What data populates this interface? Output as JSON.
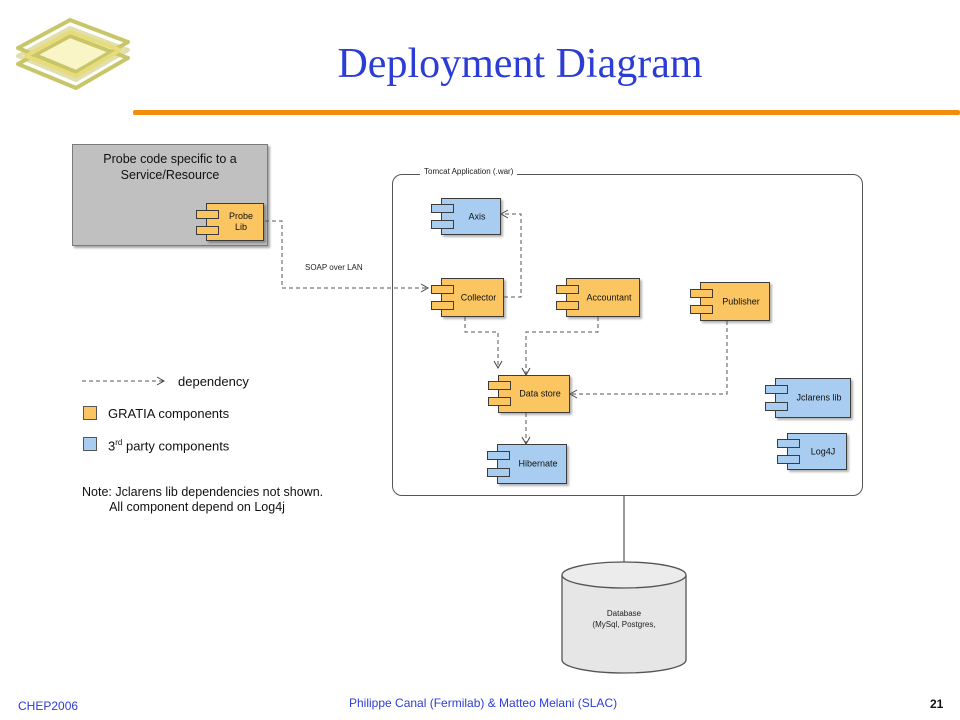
{
  "slide": {
    "title": "Deployment Diagram"
  },
  "probe": {
    "title": "Probe code specific to a\nService/Resource",
    "lib_label": "Probe\nLib"
  },
  "container": {
    "label": "Tomcat Application (.war)"
  },
  "connection": {
    "soap_label": "SOAP over LAN"
  },
  "components": {
    "axis": "Axis",
    "collector": "Collector",
    "accountant": "Accountant",
    "publisher": "Publisher",
    "datastore": "Data store",
    "hibernate": "Hibernate",
    "jclarens": "Jclarens lib",
    "log4j": "Log4J"
  },
  "database": {
    "label": "Database\n(MySql, Postgres,"
  },
  "legend": {
    "dependency": "dependency",
    "gratia": "GRATIA components",
    "third_party_pre": "3",
    "third_party_sup": "rd",
    "third_party_post": " party components"
  },
  "note": "Note: Jclarens lib dependencies not shown.\n        All component depend on Log4j",
  "footer": {
    "left": "CHEP2006",
    "center": "Philippe Canal (Fermilab) & Matteo Melani (SLAC)",
    "page": "21"
  },
  "colors": {
    "title": "#2c3dd6",
    "accent_rule": "#f28d0e",
    "gratia": "#fbc561",
    "third_party": "#a8cdf0"
  },
  "icons": {
    "logo": "gratia-layers-logo"
  }
}
